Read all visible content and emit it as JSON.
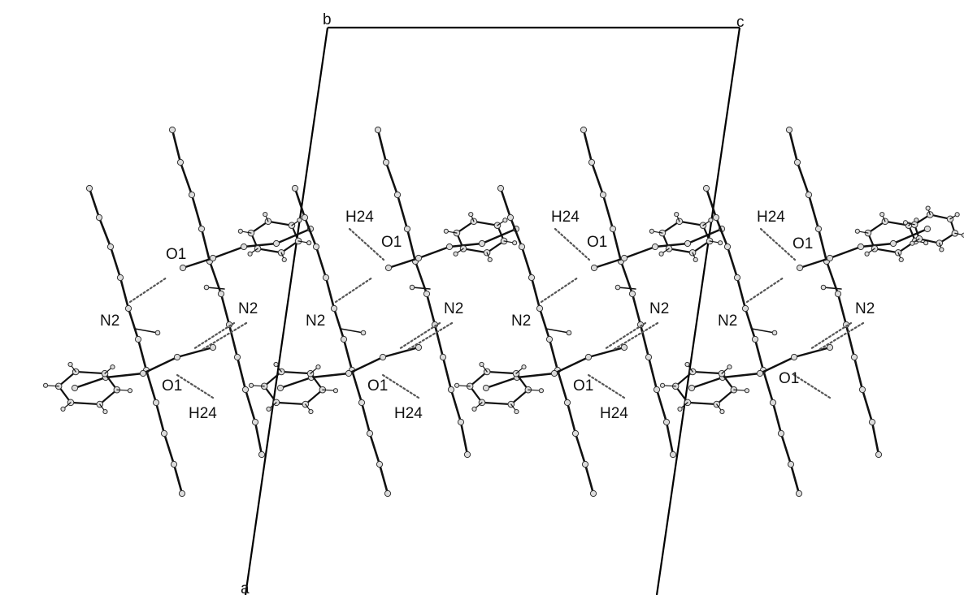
{
  "figure": {
    "cell_axes": {
      "a": "a",
      "b": "b",
      "c": "c"
    },
    "atom_labels": {
      "o1": "O1",
      "n2": "N2",
      "h24": "H24"
    },
    "colors": {
      "bond": "#111111",
      "atom_fill": "#dcdcdc",
      "atom_stroke": "#333333",
      "hbond": "#555555",
      "cell": "#000000"
    }
  }
}
